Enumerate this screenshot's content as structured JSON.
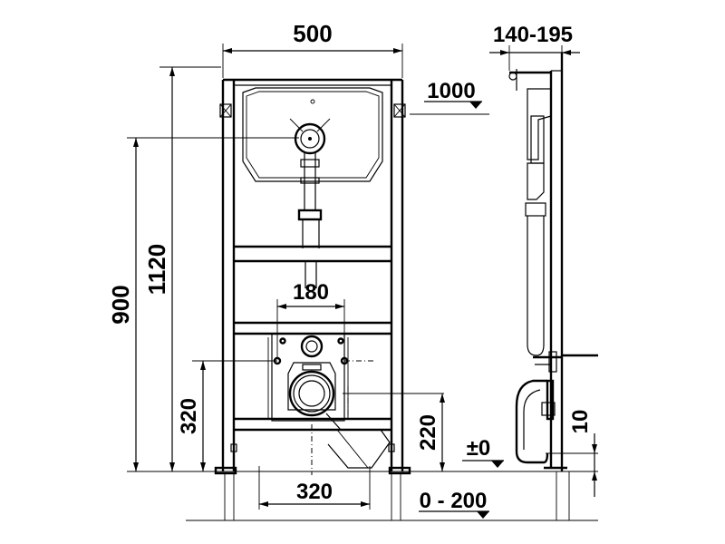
{
  "dimensions": {
    "frame_width": "500",
    "depth": "140-195",
    "flush_height": "1000",
    "total_height": "1120",
    "outlet_height": "900",
    "anchor_spacing": "180",
    "bolt_height": "320",
    "foot_spacing": "320",
    "drain_height": "220",
    "floor_level": "±0",
    "foot_adjust": "0 - 200",
    "bracket_offset": "10"
  }
}
